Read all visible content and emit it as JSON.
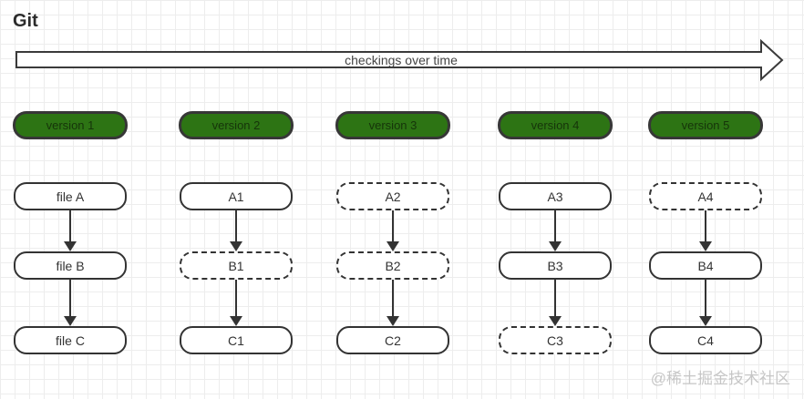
{
  "page": {
    "title": "Git"
  },
  "timeline": {
    "label": "checkings over time",
    "direction": "right"
  },
  "watermark": {
    "text": "@稀土掘金技术社区"
  },
  "colors": {
    "version_fill": "#2d7414",
    "version_text": "#16350a",
    "stroke": "#333333",
    "grid_line": "#ededed",
    "watermark_text": "#c6c6c6"
  },
  "columns": [
    {
      "version_label": "version 1",
      "files": [
        {
          "label": "file A",
          "style": "solid"
        },
        {
          "label": "file B",
          "style": "solid"
        },
        {
          "label": "file C",
          "style": "solid"
        }
      ]
    },
    {
      "version_label": "version 2",
      "files": [
        {
          "label": "A1",
          "style": "solid"
        },
        {
          "label": "B1",
          "style": "dashed"
        },
        {
          "label": "C1",
          "style": "solid"
        }
      ]
    },
    {
      "version_label": "version 3",
      "files": [
        {
          "label": "A2",
          "style": "dashed"
        },
        {
          "label": "B2",
          "style": "dashed"
        },
        {
          "label": "C2",
          "style": "solid"
        }
      ]
    },
    {
      "version_label": "version 4",
      "files": [
        {
          "label": "A3",
          "style": "solid"
        },
        {
          "label": "B3",
          "style": "solid"
        },
        {
          "label": "C3",
          "style": "dashed"
        }
      ]
    },
    {
      "version_label": "version 5",
      "files": [
        {
          "label": "A4",
          "style": "dashed"
        },
        {
          "label": "B4",
          "style": "solid"
        },
        {
          "label": "C4",
          "style": "solid"
        }
      ]
    }
  ]
}
